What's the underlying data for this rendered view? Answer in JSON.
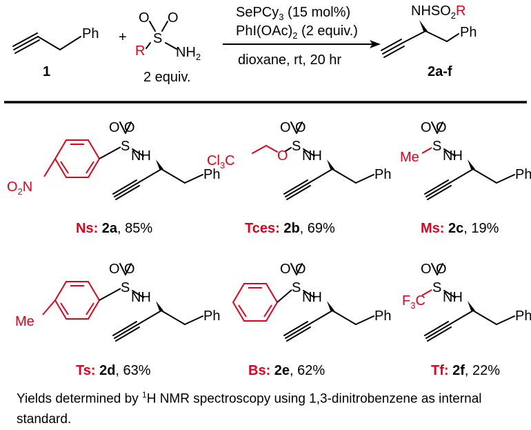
{
  "scheme": {
    "reactant1": {
      "label": "1",
      "group": "Ph"
    },
    "plus": "+",
    "reactant2": {
      "s": "S",
      "o": "O",
      "r": "R",
      "nh": "NH",
      "nh_sub": "2",
      "equiv": "2 equiv."
    },
    "conditions": {
      "line1": "SePCy",
      "line1_sub": "3",
      "line1_tail": " (15 mol%)",
      "line2": "PhI(OAc)",
      "line2_sub": "2",
      "line2_tail": " (2 equiv.)",
      "line3": "dioxane, rt, 20 hr"
    },
    "product": {
      "nhso": "NHSO",
      "sub": "2",
      "r": "R",
      "group": "Ph",
      "label": "2a-f"
    }
  },
  "products": [
    {
      "abbr": "Ns:",
      "code": "2a",
      "yield": ", 85%",
      "substituent": "O",
      "sub_small": "2",
      "sub_tail": "N"
    },
    {
      "abbr": "Tces:",
      "code": "2b",
      "yield": ", 69%",
      "substituent": "Cl",
      "sub_small": "3",
      "sub_tail": "C"
    },
    {
      "abbr": "Ms:",
      "code": "2c",
      "yield": ", 19%",
      "substituent": "Me"
    },
    {
      "abbr": "Ts:",
      "code": "2d",
      "yield": ", 63%",
      "substituent": "Me"
    },
    {
      "abbr": "Bs:",
      "code": "2e",
      "yield": ", 62%"
    },
    {
      "abbr": "Tf:",
      "code": "2f",
      "yield": ", 22%",
      "substituent": "F",
      "sub_small": "3",
      "sub_tail": "C"
    }
  ],
  "atoms": {
    "s": "S",
    "o": "O",
    "nh": "NH",
    "ph": "Ph"
  },
  "footnote": {
    "before": "Yields determined by ",
    "sup": "1",
    "after": "H NMR spectroscopy using 1,3-dinitrobenzene as internal standard."
  },
  "colors": {
    "accent": "#e2001a",
    "text": "#000000"
  }
}
